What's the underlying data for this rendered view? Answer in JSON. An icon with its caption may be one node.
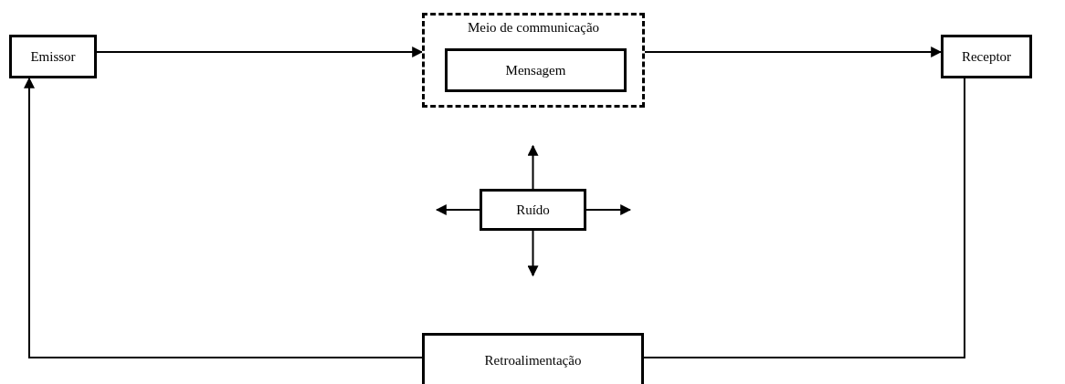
{
  "diagram": {
    "nodes": [
      {
        "text": [
          "Emissor"
        ]
      },
      {
        "text": [
          "Meio de communicação"
        ]
      },
      {
        "text": [
          "Mensagem"
        ],
        "in": 1
      },
      {
        "text": [
          "Receptor"
        ]
      },
      {
        "text": [
          "Ruído"
        ]
      },
      {
        "text": [
          "Retroalimentação"
        ]
      }
    ],
    "edges": [
      {
        "from": 0,
        "to": 1,
        "arrow": "to"
      },
      {
        "from": 1,
        "to": 3,
        "arrow": "to"
      },
      {
        "from": 3,
        "to": 5,
        "arrow": "none"
      },
      {
        "from": 5,
        "to": 0,
        "arrow": "to"
      },
      {
        "from": 4,
        "to": null,
        "arrow": "to"
      },
      {
        "from": 4,
        "to": null,
        "arrow": "to"
      },
      {
        "from": 4,
        "to": null,
        "arrow": "to"
      },
      {
        "from": 4,
        "to": null,
        "arrow": "to"
      }
    ]
  }
}
